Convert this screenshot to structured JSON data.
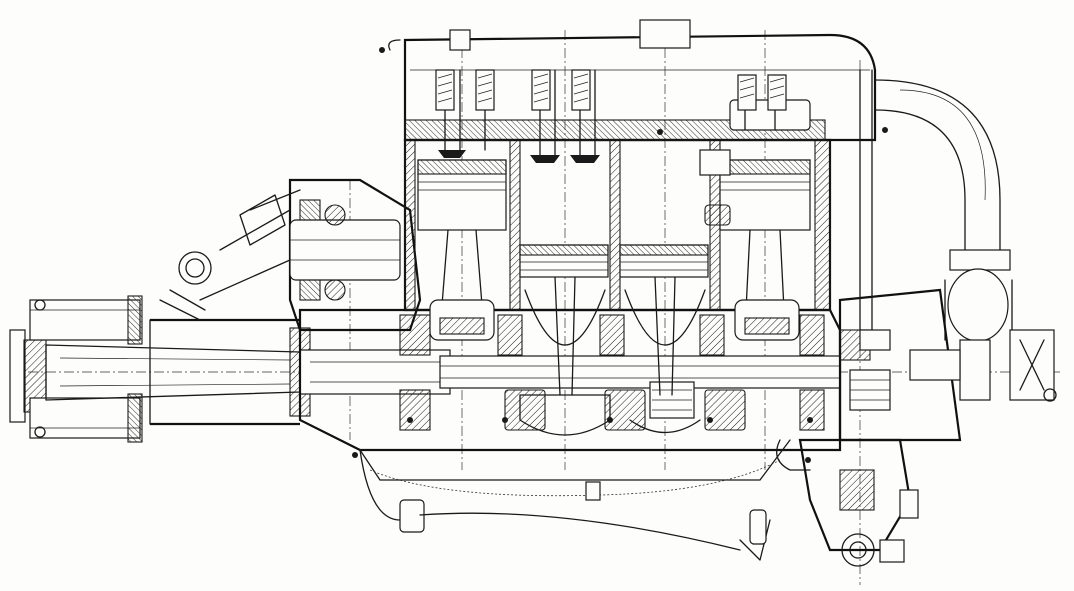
{
  "figure": {
    "kind": "engineering-cross-section",
    "subject": "engine-longitudinal-section",
    "colors": {
      "paper": "#fdfdfb",
      "ink": "#1a1a1a"
    },
    "cylinders_count": 4,
    "printed_text": []
  }
}
